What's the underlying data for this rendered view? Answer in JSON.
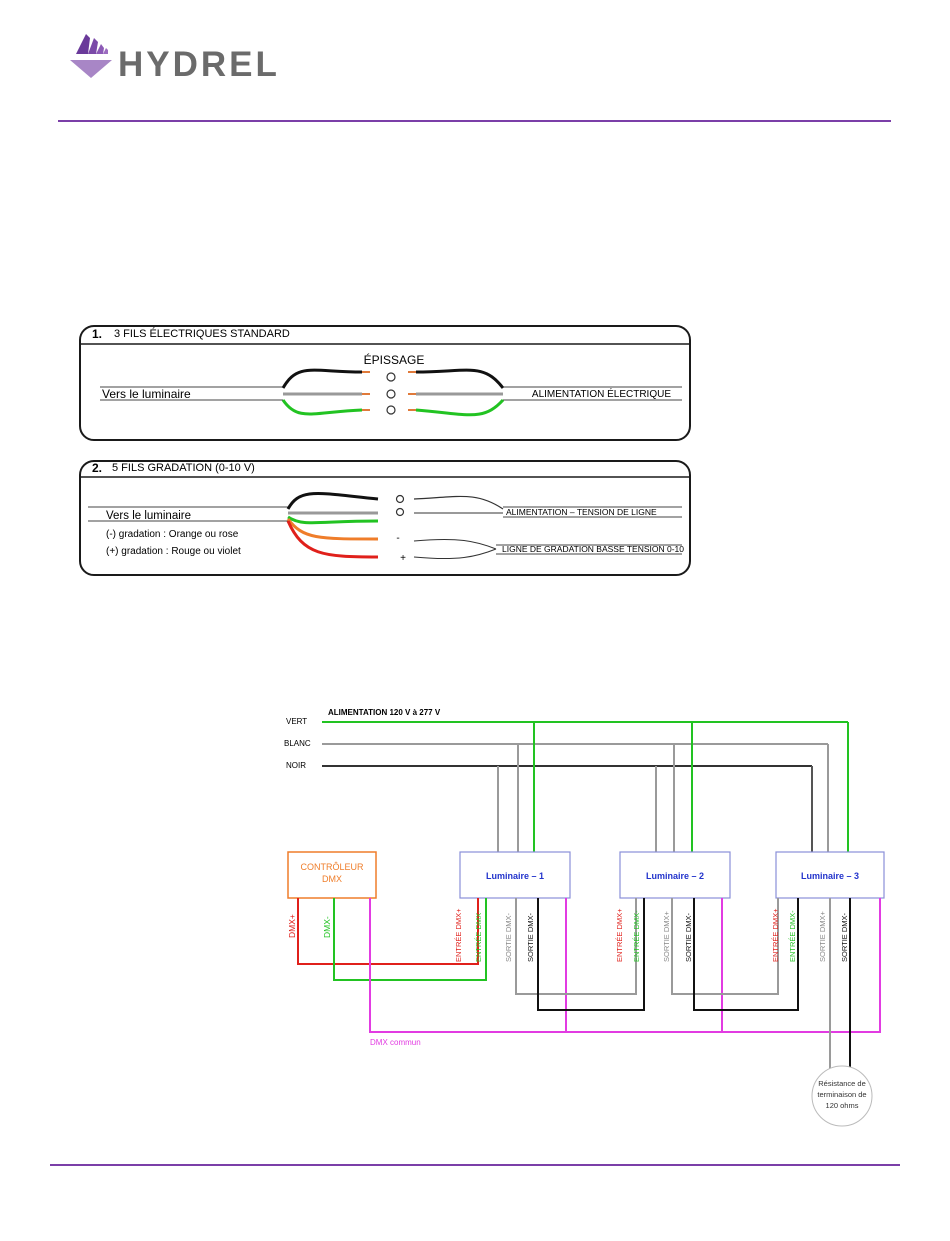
{
  "brand": {
    "name": "HYDREL"
  },
  "diagram1": {
    "number": "1.",
    "title": "3 FILS ÉLECTRIQUES STANDARD",
    "splice_label": "ÉPISSAGE",
    "left_label": "Vers le luminaire",
    "right_label": "ALIMENTATION ÉLECTRIQUE"
  },
  "diagram2": {
    "number": "2.",
    "title": "5 FILS GRADATION (0-10 V)",
    "left_label": "Vers le luminaire",
    "neg_label": "(-) gradation : Orange ou rose",
    "pos_label": "(+) gradation : Rouge ou violet",
    "minus": "-",
    "plus": "+",
    "line_label": "ALIMENTATION – TENSION DE LIGNE",
    "low_label": "LIGNE DE GRADATION BASSE TENSION 0-10"
  },
  "dmx": {
    "power_title": "ALIMENTATION 120 V à 277 V",
    "wires": {
      "vert": "VERT",
      "blanc": "BLANC",
      "noir": "NOIR"
    },
    "controller": {
      "line1": "CONTRÔLEUR",
      "line2": "DMX"
    },
    "ctrl_labels": {
      "dmx_plus": "DMX+",
      "dmx_minus": "DMX-"
    },
    "luminaires": [
      "Luminaire – 1",
      "Luminaire – 2",
      "Luminaire – 3"
    ],
    "port_labels": {
      "in_plus": "ENTRÉE DMX+",
      "in_minus": "ENTRÉE DMX-",
      "out_minus": "SORTIE DMX-",
      "out_minus_bold": "SORTIE DMX-",
      "out_plus": "SORTIE DMX+"
    },
    "common_label": "DMX commun",
    "resistor": {
      "line1": "Résistance de",
      "line2": "terminaison de",
      "line3": "120 ohms"
    }
  },
  "colors": {
    "brand_purple": "#7b3fa8",
    "green": "#22c322",
    "red": "#e0201b",
    "orange": "#ef7d2a",
    "magenta": "#e23be2",
    "blue_text": "#2233cc"
  }
}
